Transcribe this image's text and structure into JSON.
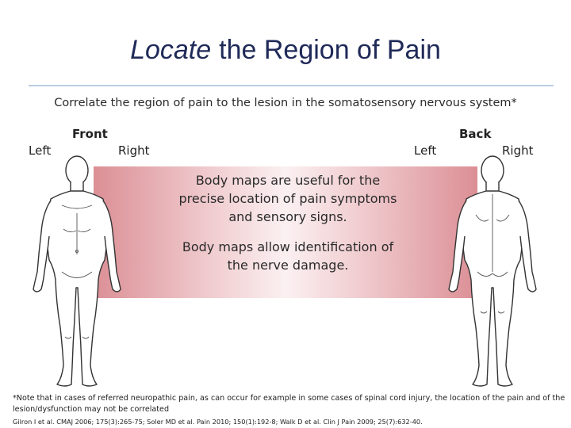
{
  "slide": {
    "title_emph": "Locate",
    "title_rest": "the Region of Pain",
    "subtitle": "Correlate the region of pain to the lesion in the somatosensory nervous system*",
    "front_label": "Front",
    "back_label": "Back",
    "front_left": "Left",
    "front_right": "Right",
    "back_left": "Left",
    "back_right": "Right",
    "band_text_1": "Body maps are useful for the precise location of pain symptoms and sensory signs.",
    "band_text_2": "Body maps allow identification of the nerve damage.",
    "footnote": "*Note that in cases of referred neuropathic pain, as can occur for example in some cases of spinal cord injury, the location of the pain and of the lesion/dysfunction may not be correlated",
    "references": "Gilron I et al. CMAJ 2006; 175(3):265-75; Soler MD et al. Pain 2010; 150(1):192-8; Walk D et al. Clin J Pain 2009; 25(7):632-40."
  },
  "colors": {
    "title": "#1f2a58",
    "rule": "#b9cde0",
    "band_edge": "#db8f95",
    "band_center": "#fbf0f1"
  }
}
